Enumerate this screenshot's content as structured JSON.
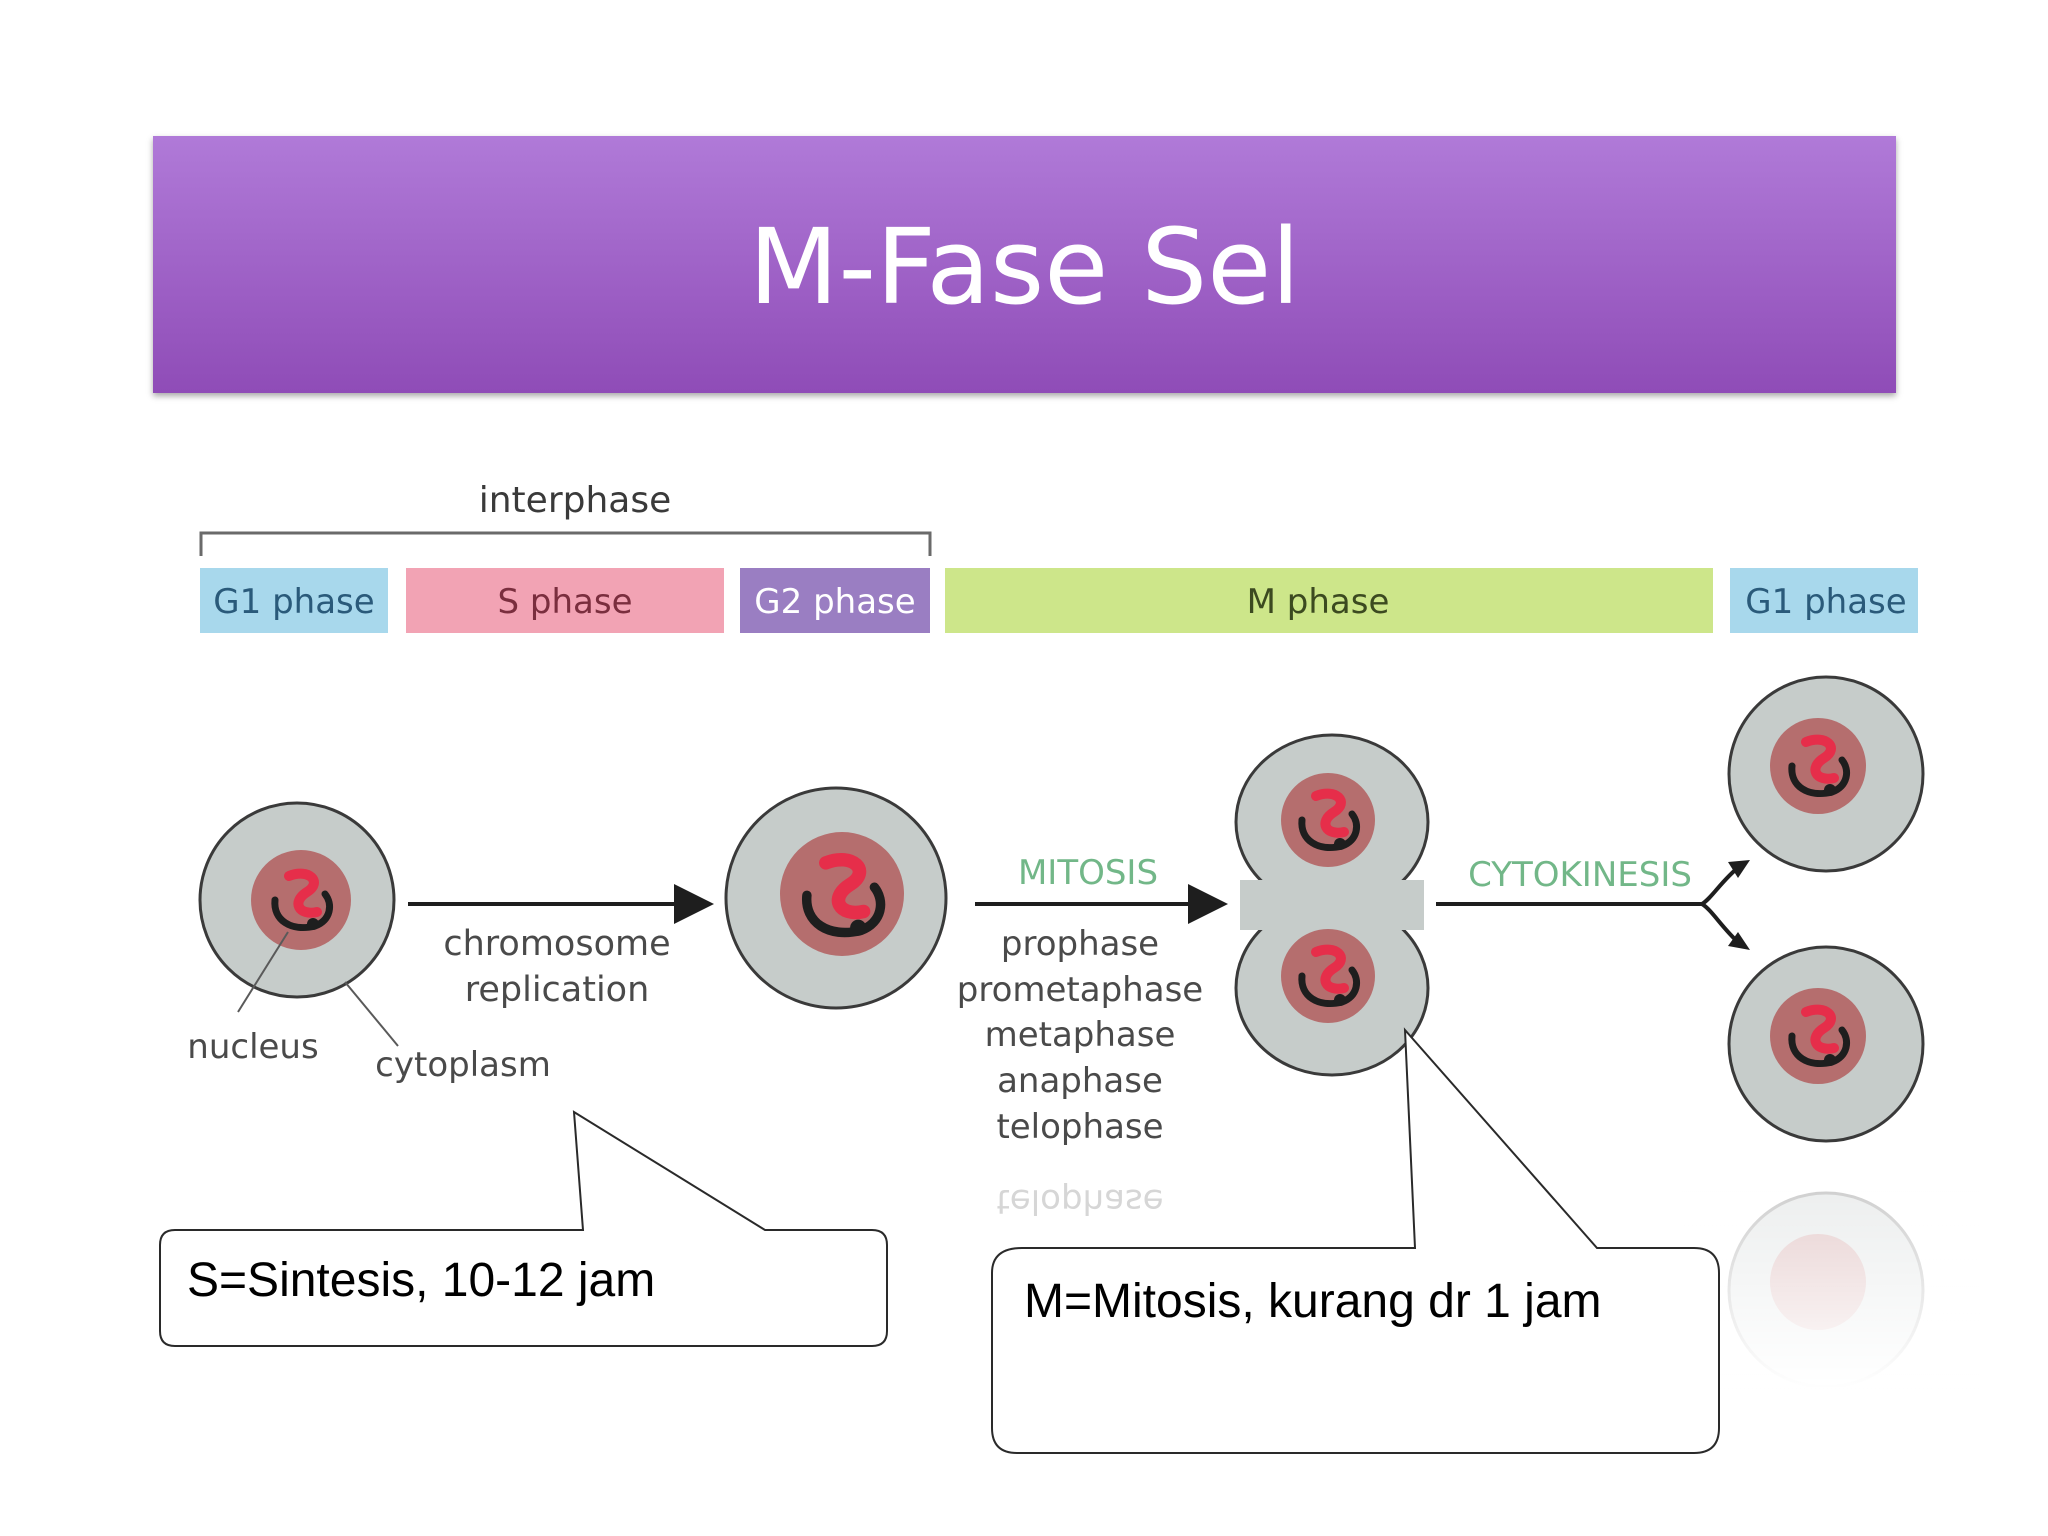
{
  "title": "M-Fase Sel",
  "diagram": {
    "interphase_label": "interphase",
    "phase_bars": [
      {
        "label": "G1 phase",
        "color": "#a8d8ec"
      },
      {
        "label": "S phase",
        "color": "#f2a3b4"
      },
      {
        "label": "G2 phase",
        "color": "#9a7ec2"
      },
      {
        "label": "M phase",
        "color": "#cde68a"
      },
      {
        "label": "G1 phase",
        "color": "#a8d8ec"
      }
    ],
    "arrow_labels": {
      "replication": [
        "chromosome",
        "replication"
      ],
      "mitosis": "MITOSIS",
      "cytokinesis": "CYTOKINESIS"
    },
    "mitosis_stages": [
      "prophase",
      "prometaphase",
      "metaphase",
      "anaphase",
      "telophase"
    ],
    "cell_labels": {
      "nucleus": "nucleus",
      "cytoplasm": "cytoplasm"
    },
    "reflection_text": "telophase"
  },
  "callouts": {
    "s_phase": "S=Sintesis, 10-12 jam",
    "m_phase": "M=Mitosis, kurang dr 1 jam"
  },
  "colors": {
    "banner": "#9c5cc6",
    "cell_fill": "#c6ccca",
    "nucleus_fill": "#b56e6e",
    "chromosome_red": "#e62e4a",
    "green_label": "#72b788"
  }
}
